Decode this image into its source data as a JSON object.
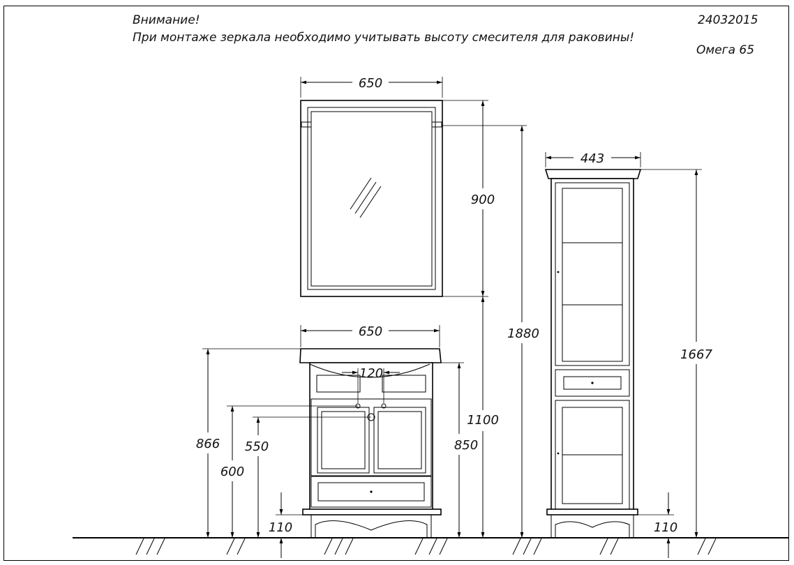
{
  "notes": {
    "warning_title": "Внимание!",
    "warning_text": "При монтаже зеркала необходимо учитывать высоту смесителя для раковины!",
    "code": "24032015",
    "model": "Омега 65"
  },
  "dimensions": {
    "mirror_width": "650",
    "mirror_height": "900",
    "vanity_width": "650",
    "faucet_spacing": "120",
    "vanity_top_height": "866",
    "drain_height": "600",
    "pipe_height": "550",
    "vanity_body_height": "850",
    "mirror_bottom_height": "1100",
    "total_height": "1880",
    "cabinet_width": "443",
    "cabinet_height": "1667",
    "vanity_leg_height": "110",
    "cabinet_leg_height": "110"
  }
}
